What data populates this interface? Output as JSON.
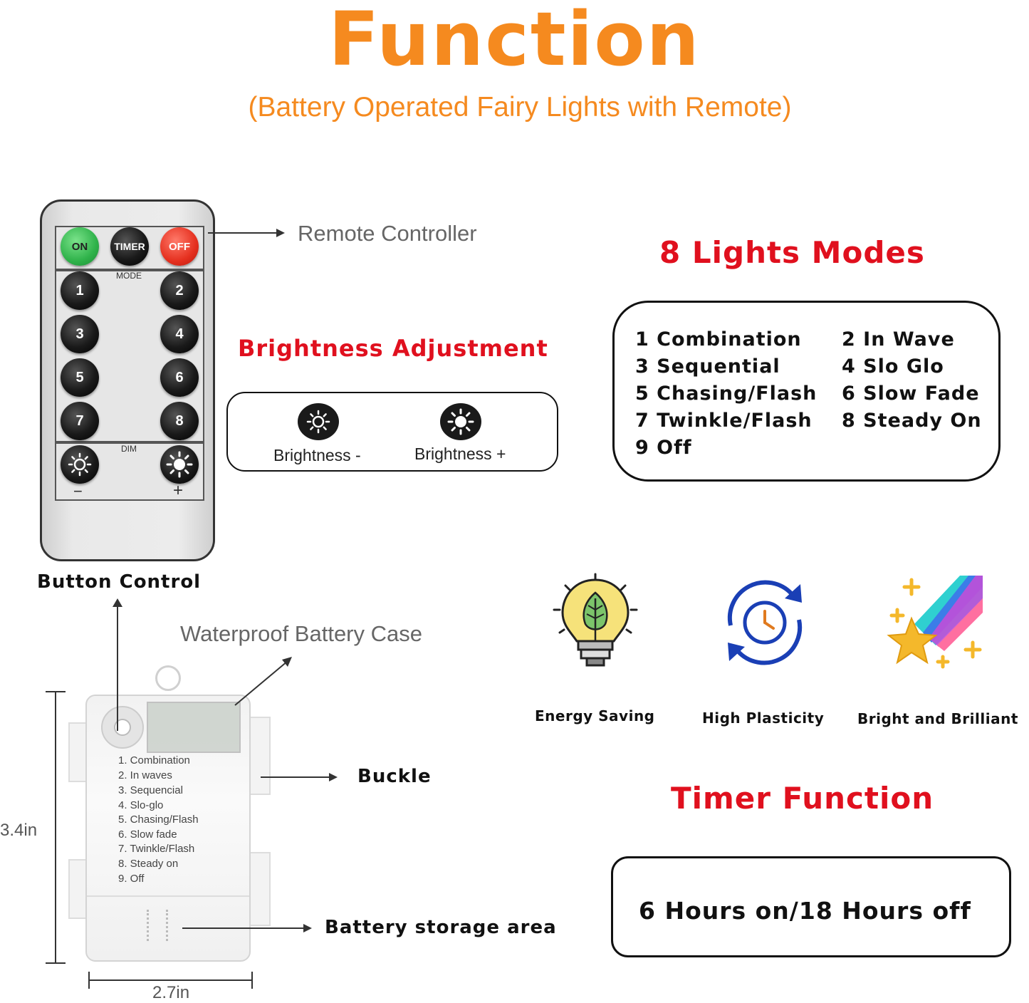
{
  "header": {
    "title": "Function",
    "subtitle": "(Battery Operated Fairy Lights with Remote)"
  },
  "remote": {
    "on": "ON",
    "timer": "TIMER",
    "off": "OFF",
    "mode_label": "MODE",
    "dim_label": "DIM",
    "minus": "−",
    "plus": "+",
    "keys": [
      "1",
      "2",
      "3",
      "4",
      "5",
      "6",
      "7",
      "8"
    ]
  },
  "labels": {
    "remote_controller": "Remote Controller",
    "button_control": "Button Control",
    "waterproof_case": "Waterproof Battery Case",
    "buckle": "Buckle",
    "battery_storage": "Battery storage area",
    "height": "3.4in",
    "width": "2.7in"
  },
  "brightness": {
    "heading": "Brightness Adjustment",
    "minus": "Brightness -",
    "plus": "Brightness +"
  },
  "modes": {
    "heading": "8 Lights Modes",
    "left": [
      "1 Combination",
      "3 Sequential",
      "5 Chasing/Flash",
      "7 Twinkle/Flash",
      "9 Off"
    ],
    "right": [
      "2 In Wave",
      "4 Slo Glo",
      "6 Slow Fade",
      "8 Steady On"
    ]
  },
  "features": {
    "energy": "Energy Saving",
    "plasticity": "High Plasticity",
    "bright": "Bright and Brilliant"
  },
  "timer": {
    "heading": "Timer Function",
    "text": "6 Hours on/18 Hours off"
  },
  "case_list": [
    "1. Combination",
    "2. In waves",
    "3. Sequencial",
    "4. Slo-glo",
    "5. Chasing/Flash",
    "6. Slow fade",
    "7. Twinkle/Flash",
    "8. Steady on",
    "9. Off"
  ],
  "colors": {
    "accent_orange": "#f58a1f",
    "heading_red": "#e0101e",
    "on_green": "#2fb24a",
    "off_red": "#e5301f"
  }
}
